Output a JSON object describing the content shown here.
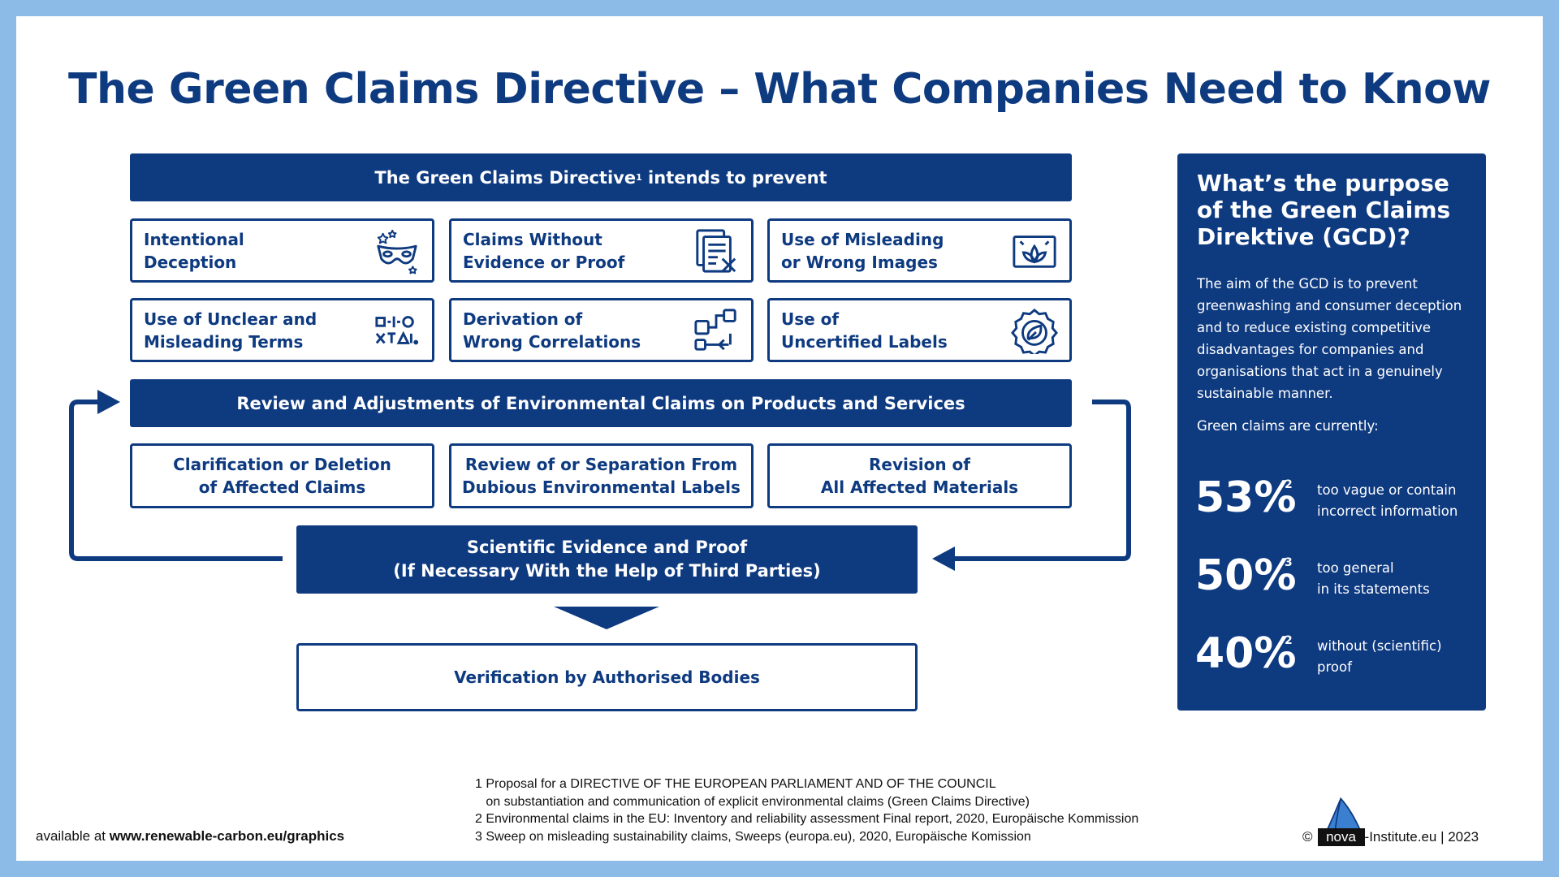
{
  "title": "The Green Claims Directive – What Companies Need to Know",
  "colors": {
    "navy": "#0e3a80",
    "frame": "#8bbbe6",
    "white": "#ffffff"
  },
  "prevent_header": {
    "text": "The Green Claims Directive",
    "sup": "1",
    "text_end": " intends to prevent"
  },
  "prevent_items": [
    {
      "label": "Intentional\nDeception",
      "icon": "mask-icon"
    },
    {
      "label": "Claims Without\nEvidence or Proof",
      "icon": "document-x-icon"
    },
    {
      "label": "Use of Misleading\nor Wrong Images",
      "icon": "leaf-image-icon"
    },
    {
      "label": "Use of Unclear and\nMisleading Terms",
      "icon": "scrambled-text-icon"
    },
    {
      "label": "Derivation of\nWrong Correlations",
      "icon": "flow-connection-icon"
    },
    {
      "label": "Use of\nUncertified Labels",
      "icon": "leaf-seal-icon"
    }
  ],
  "review_header": "Review and Adjustments of Environmental Claims on Products and Services",
  "review_items": [
    "Clarification or Deletion\nof Affected Claims",
    "Review of or Separation From\nDubious Environmental Labels",
    "Revision of\nAll Affected Materials"
  ],
  "evidence": "Scientific Evidence and Proof\n(If Necessary With the Help of Third Parties)",
  "verification": "Verification by Authorised Bodies",
  "sidebar": {
    "title": "What’s the purpose\nof the Green Claims\nDirektive (GCD)?",
    "text": "The aim of the GCD is to prevent greenwashing and consumer deception and to reduce existing competitive disadvantages for companies and organisations that act in a genuinely sustainable manner.",
    "subtitle": "Green claims are currently:",
    "stats": [
      {
        "value": "53%",
        "sup": "2",
        "desc": "too vague or contain\nincorrect information"
      },
      {
        "value": "50%",
        "sup": "3",
        "desc": "too general\nin its statements"
      },
      {
        "value": "40%",
        "sup": "2",
        "desc": "without (scientific)\nproof"
      }
    ]
  },
  "footnotes": "1 Proposal for a DIRECTIVE OF THE EUROPEAN PARLIAMENT AND OF THE COUNCIL\n   on substantiation and communication of explicit environmental claims (Green Claims Directive)\n2 Environmental claims in the EU: Inventory and reliability assessment Final report, 2020, Europäische Kommission\n3 Sweep on misleading sustainability claims, Sweeps (europa.eu), 2020, Europäische Komission",
  "available_prefix": "available at ",
  "available_url": "www.renewable-carbon.eu/graphics",
  "copyright": {
    "symbol": "©",
    "logo_text": "nova",
    "suffix": "-Institute.eu | 2023"
  }
}
